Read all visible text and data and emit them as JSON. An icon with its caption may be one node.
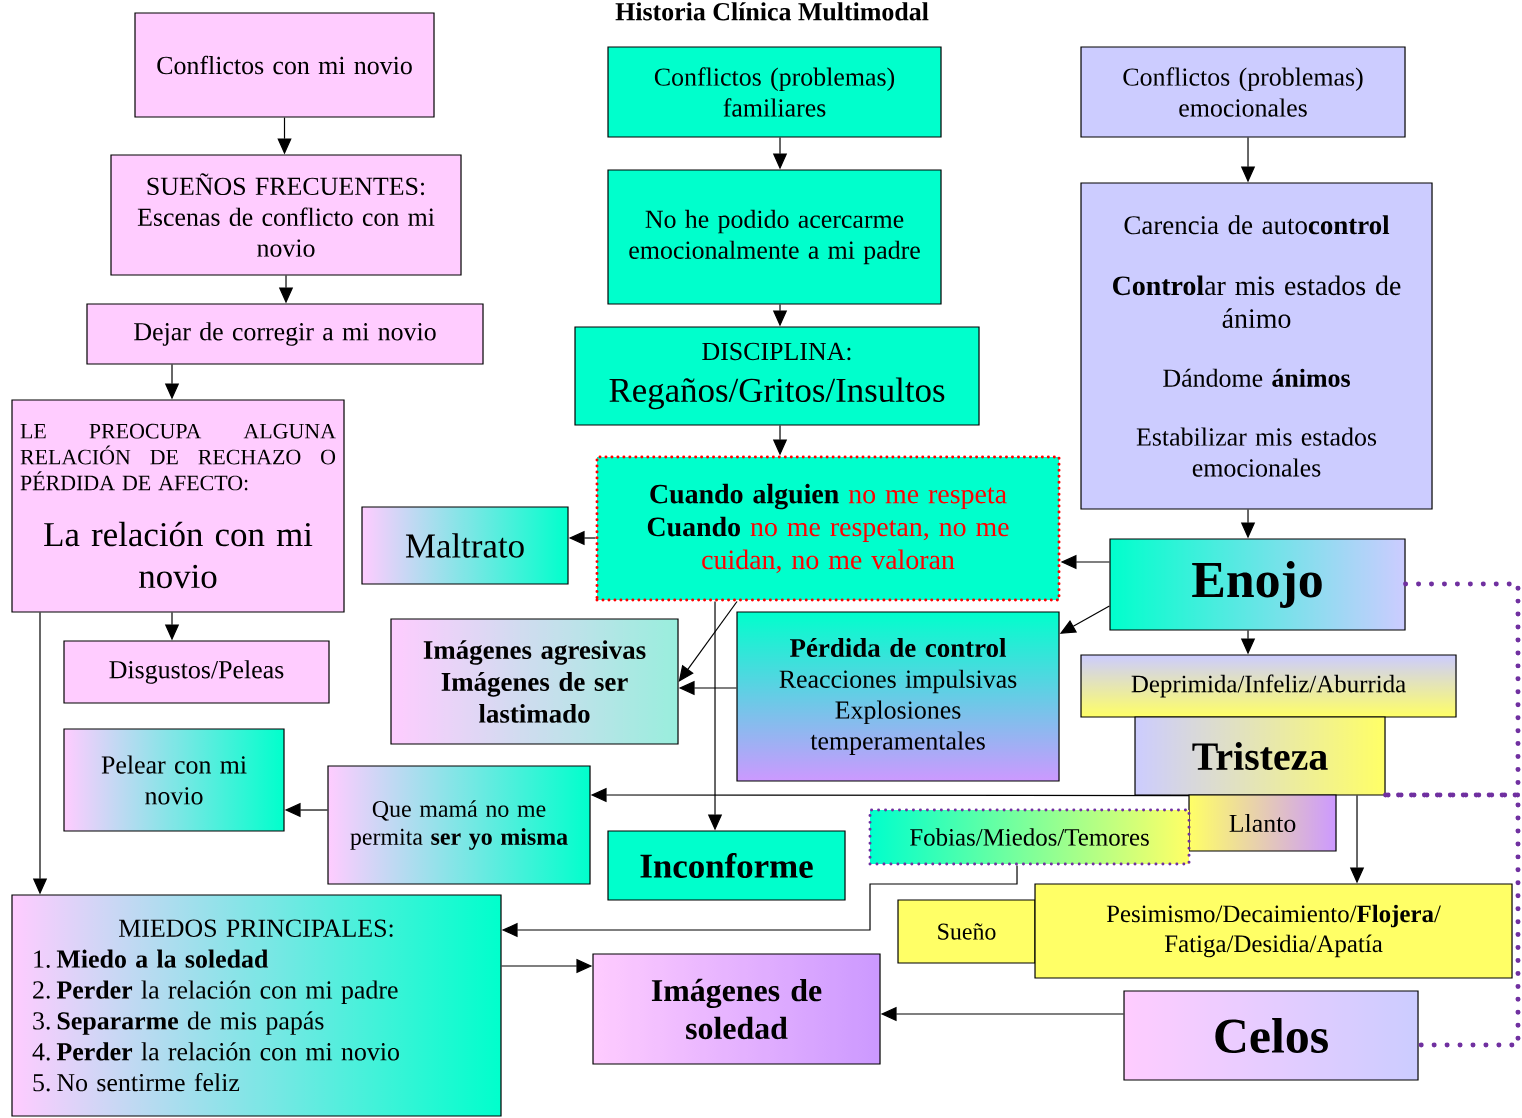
{
  "diagram": {
    "title": "Historia Clínica Multimodal",
    "nodes": [
      {
        "text": [
          "Conflictos con mi novio"
        ]
      },
      {
        "text": [
          "SUEÑOS FRECUENTES: Escenas de conflicto con mi novio"
        ]
      },
      {
        "text": [
          "Dejar de corregir a mi novio"
        ]
      },
      {
        "text": [
          "LE PREOCUPA ALGUNA RELACIÓN DE RECHAZO O PÉRDIDA DE AFECTO:",
          "La relación con mi novio"
        ]
      },
      {
        "text": [
          "Disgustos/Peleas"
        ]
      },
      {
        "text": [
          "Pelear con mi novio"
        ]
      },
      {
        "text": [
          "MIEDOS PRINCIPALES:",
          "1. **Miedo a la soledad**",
          "2. **Perder** la relación con mi padre",
          "3. **Separarme** de mis papás",
          "4. **Perder** la relación con mi novio",
          "5. No sentirme feliz"
        ]
      },
      {
        "text": [
          "Conflictos (problemas) familiares"
        ]
      },
      {
        "text": [
          "No he podido acercarme emocionalmente a mi padre"
        ]
      },
      {
        "text": [
          "DISCIPLINA:",
          "Regaños/Gritos/Insultos"
        ]
      },
      {
        "text": [
          "**Cuando alguien** no me respeta",
          "**Cuando** no me respetan, no me cuidan, no me valoran"
        ]
      },
      {
        "text": [
          "Maltrato"
        ]
      },
      {
        "text": [
          "Imágenes agresivas",
          "Imágenes de ser lastimado"
        ]
      },
      {
        "text": [
          "Pérdida de control",
          "Reacciones impulsivas Explosiones temperamentales"
        ]
      },
      {
        "text": [
          "Que mamá no me permita **ser yo misma**"
        ]
      },
      {
        "text": [
          "Inconforme"
        ]
      },
      {
        "text": [
          "Conflictos (problemas) emocionales"
        ]
      },
      {
        "text": [
          "Carencia de auto**control**",
          "**Control**ar mis estados de ánimo",
          "Dándome **ánimos**",
          "Estabilizar mis estados emocionales"
        ]
      },
      {
        "text": [
          "Enojo"
        ]
      },
      {
        "text": [
          "Deprimida/Infeliz/Aburrida"
        ]
      },
      {
        "text": [
          "Tristeza"
        ]
      },
      {
        "text": [
          "Llanto"
        ]
      },
      {
        "text": [
          "Fobias/Miedos/Temores"
        ]
      },
      {
        "text": [
          "Sueño"
        ]
      },
      {
        "text": [
          "Pesimismo/Decaimiento/**Flojera**/ Fatiga/Desidia/Apatía"
        ]
      },
      {
        "text": [
          "Imágenes de soledad"
        ]
      },
      {
        "text": [
          "Celos"
        ]
      }
    ],
    "edges": [
      {
        "from": 0,
        "to": 1,
        "arrow": "to"
      },
      {
        "from": 1,
        "to": 2,
        "arrow": "to"
      },
      {
        "from": 2,
        "to": 3,
        "arrow": "to"
      },
      {
        "from": 3,
        "to": 4,
        "arrow": "to"
      },
      {
        "from": 3,
        "to": 6,
        "arrow": "to"
      },
      {
        "from": 7,
        "to": 8,
        "arrow": "to"
      },
      {
        "from": 8,
        "to": 9,
        "arrow": "to"
      },
      {
        "from": 9,
        "to": 10,
        "arrow": "to"
      },
      {
        "from": 10,
        "to": 11,
        "arrow": "to"
      },
      {
        "from": 10,
        "to": 12,
        "arrow": "to"
      },
      {
        "from": 10,
        "to": 15,
        "arrow": "to"
      },
      {
        "from": 13,
        "to": 12,
        "arrow": "to"
      },
      {
        "from": 18,
        "to": 10,
        "arrow": "to"
      },
      {
        "from": 18,
        "to": 13,
        "arrow": "to"
      },
      {
        "from": 16,
        "to": 17,
        "arrow": "to"
      },
      {
        "from": 17,
        "to": 18,
        "arrow": "to"
      },
      {
        "from": 18,
        "to": 19,
        "arrow": "to"
      },
      {
        "from": 20,
        "to": 14,
        "arrow": "to"
      },
      {
        "from": 14,
        "to": 5,
        "arrow": "to"
      },
      {
        "from": 20,
        "to": 24,
        "arrow": "to"
      },
      {
        "from": 22,
        "to": 6,
        "arrow": "to"
      },
      {
        "from": 6,
        "to": 25,
        "arrow": "to"
      },
      {
        "from": 26,
        "to": 25,
        "arrow": "to"
      },
      {
        "from": 18,
        "to": 20,
        "arrow": "none",
        "style": "dashed",
        "color": "#7030a0"
      },
      {
        "from": 20,
        "to": 26,
        "arrow": "none",
        "style": "dashed",
        "color": "#7030a0"
      }
    ]
  }
}
